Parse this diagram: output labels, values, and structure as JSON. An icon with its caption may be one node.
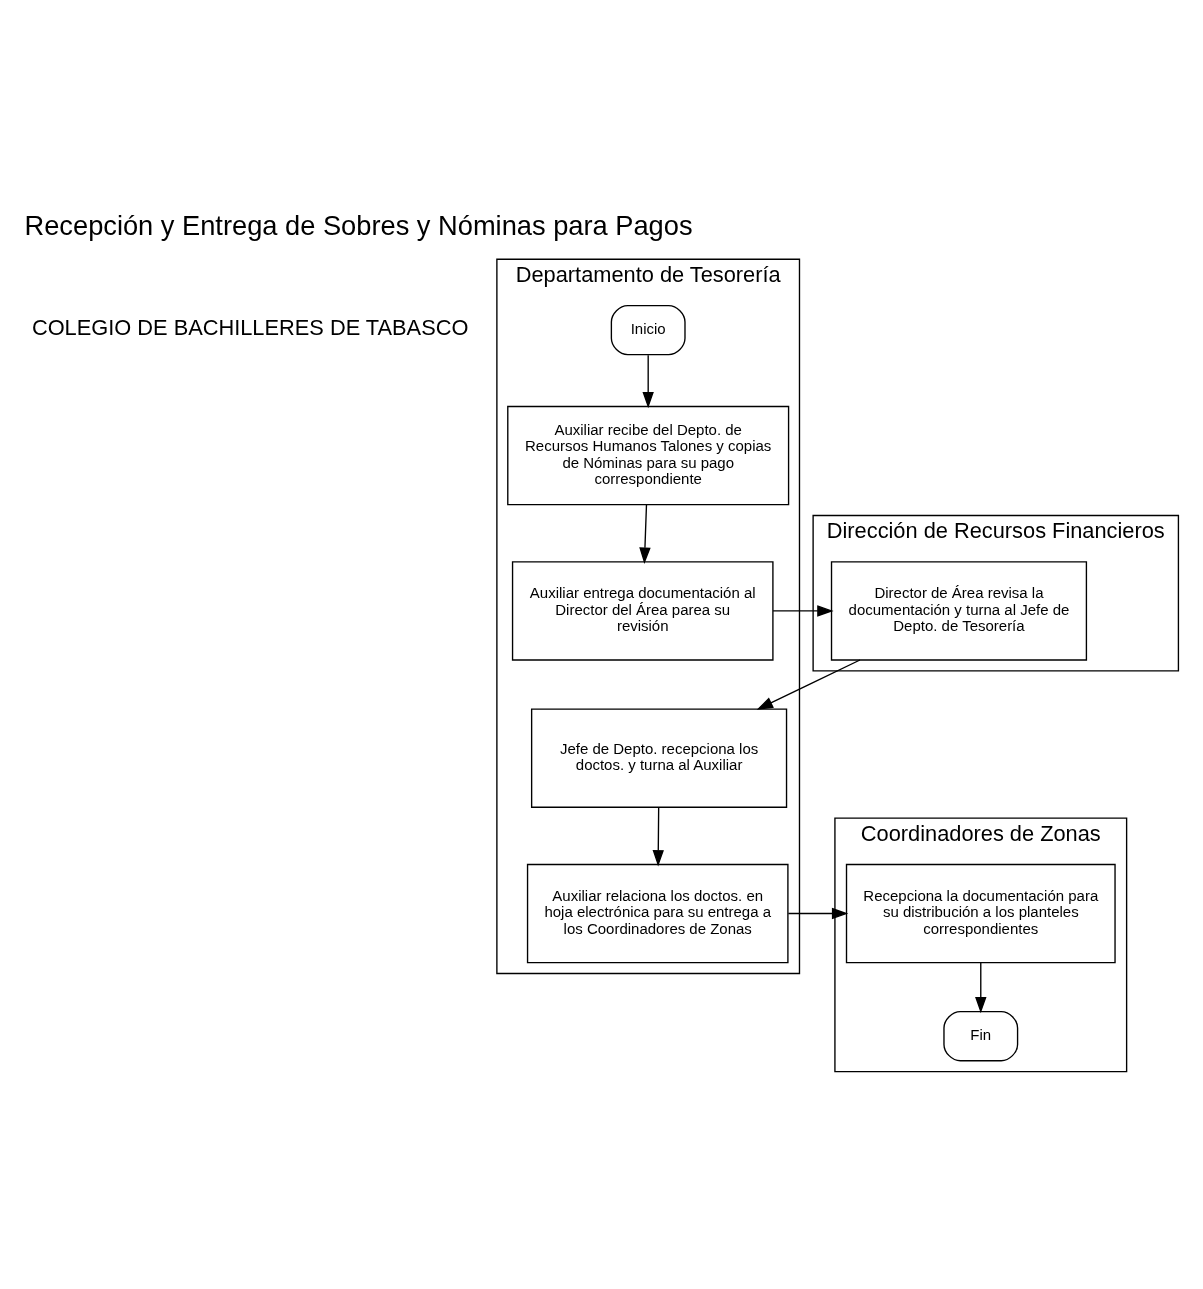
{
  "diagram": {
    "title": "Recepción y Entrega de Sobres y Nóminas para Pagos",
    "nodes": [
      {
        "text": [
          "Departamento de Tesorería"
        ]
      },
      {
        "text": [
          "Dirección de Recursos Financieros"
        ]
      },
      {
        "text": [
          "Coordinadores de Zonas"
        ]
      },
      {
        "text": [
          "Inicio"
        ],
        "in": 0
      },
      {
        "text": [
          "Auxiliar recibe del Depto. de Recursos Humanos Talones y copias de Nóminas para su pago correspondiente"
        ],
        "in": 0
      },
      {
        "text": [
          "Auxiliar entrega documentación al Director del Área parea su revisión"
        ],
        "in": 0
      },
      {
        "text": [
          "Director de Área revisa la documentación y turna al Jefe de Depto. de Tesorería"
        ],
        "in": 1
      },
      {
        "text": [
          "Jefe de Depto. recepciona los doctos. y turna al Auxiliar"
        ],
        "in": 0
      },
      {
        "text": [
          "Auxiliar relaciona los doctos. en hoja electrónica para su entrega a los Coordinadores de Zonas"
        ],
        "in": 0
      },
      {
        "text": [
          "Recepciona la documentación para su distribución a los planteles correspondientes"
        ],
        "in": 2
      },
      {
        "text": [
          "Fin"
        ],
        "in": 2
      }
    ],
    "edges": [
      {
        "from": 3,
        "to": 4,
        "arrow": "to"
      },
      {
        "from": 4,
        "to": 5,
        "arrow": "to"
      },
      {
        "from": 5,
        "to": 6,
        "arrow": "to"
      },
      {
        "from": 6,
        "to": 7,
        "arrow": "to"
      },
      {
        "from": 7,
        "to": 8,
        "arrow": "to"
      },
      {
        "from": 8,
        "to": 9,
        "arrow": "to"
      },
      {
        "from": 9,
        "to": 10,
        "arrow": "to"
      }
    ],
    "labels": [
      "COLEGIO DE BACHILLERES DE TABASCO"
    ]
  }
}
